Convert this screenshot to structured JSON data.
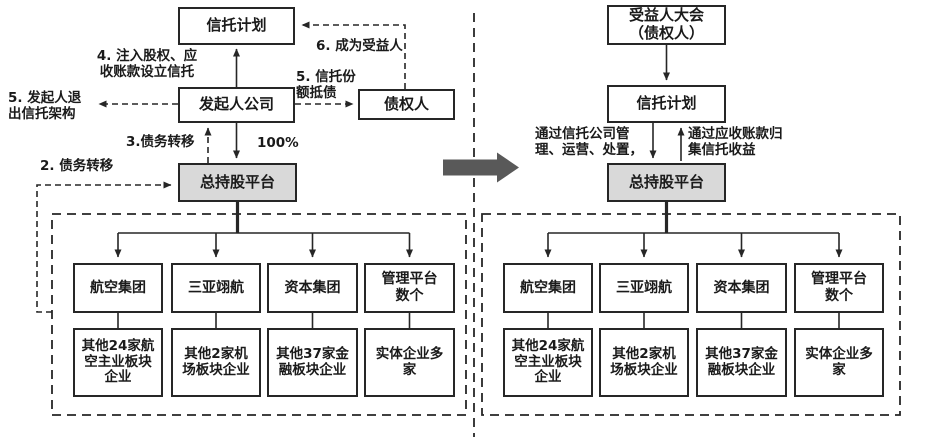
{
  "left": {
    "trust_plan": "信托计划",
    "sponsor": "发起人公司",
    "creditor": "债权人",
    "holding": "总持股平台",
    "label_step2": "2. 债务转移",
    "label_step3": "3.债务转移",
    "label_step4": "4. 注入股权、应\n收账款设立信托",
    "label_step5_exit": "5. 发起人退\n出信托架构",
    "label_step5_offset": "5. 信托份\n额抵债",
    "label_step6": "6. 成为受益人",
    "label_ownership": "100%"
  },
  "right": {
    "beneficiary": "受益人大会\n（债权人）",
    "trust_plan": "信托计划",
    "holding": "总持股平台",
    "label_manage": "通过信托公司管\n理、运营、处置，",
    "label_collect": "通过应收账款归\n集信托收益"
  },
  "groups": [
    {
      "name": "航空集团",
      "sub": "其他24家航\n空主业板块\n企业"
    },
    {
      "name": "三亚翊航",
      "sub": "其他2家机\n场板块企业"
    },
    {
      "name": "资本集团",
      "sub": "其他37家金\n融板块企业"
    },
    {
      "name": "管理平台\n数个",
      "sub": "实体企业多\n家"
    }
  ],
  "colors": {
    "box_border": "#262626",
    "holding_fill": "#d9d9d9",
    "transform_arrow": "#595959",
    "text": "#1a1a1a"
  }
}
